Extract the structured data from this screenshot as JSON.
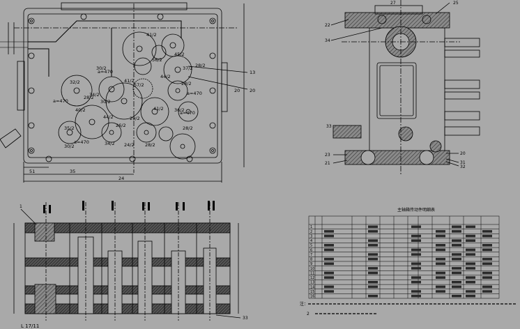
{
  "colors": {
    "background": "#a9a9a9",
    "line": "#000000",
    "hatch": "#4d4d4d"
  },
  "front_view": {
    "gear_labels": [
      "41/2",
      "56/2",
      "45/2",
      "37/2",
      "28/2",
      "30/2",
      "32/2",
      "41/2",
      "57/2",
      "44/2",
      "28/2",
      "34/2",
      "30/2",
      "40/2",
      "41/2",
      "36/2",
      "29/2",
      "44/2",
      "26/2",
      "28/2",
      "35/2",
      "30/2",
      "34/2",
      "24/2",
      "28/2",
      "28/2"
    ],
    "distance_labels": [
      "a=470",
      "a=470",
      "a=470",
      "a=470",
      "a=470"
    ],
    "callouts": [
      "13",
      "20",
      "20"
    ],
    "dimensions": [
      "51",
      "35",
      "24"
    ]
  },
  "side_view": {
    "callouts": [
      "22",
      "34",
      "25",
      "20",
      "21",
      "23",
      "31",
      "32",
      "33",
      "27"
    ]
  },
  "section_view": {
    "callouts": [
      "1",
      "33"
    ],
    "footer_label": "L 17/11"
  },
  "table": {
    "title": "主轴箱传动件明细表",
    "row_numbers": [
      "1",
      "2",
      "3",
      "4",
      "5",
      "6",
      "7",
      "8",
      "9",
      "10",
      "11",
      "12",
      "13",
      "14",
      "15",
      "16"
    ],
    "notes_label": "注：",
    "note_2_label": "2"
  }
}
